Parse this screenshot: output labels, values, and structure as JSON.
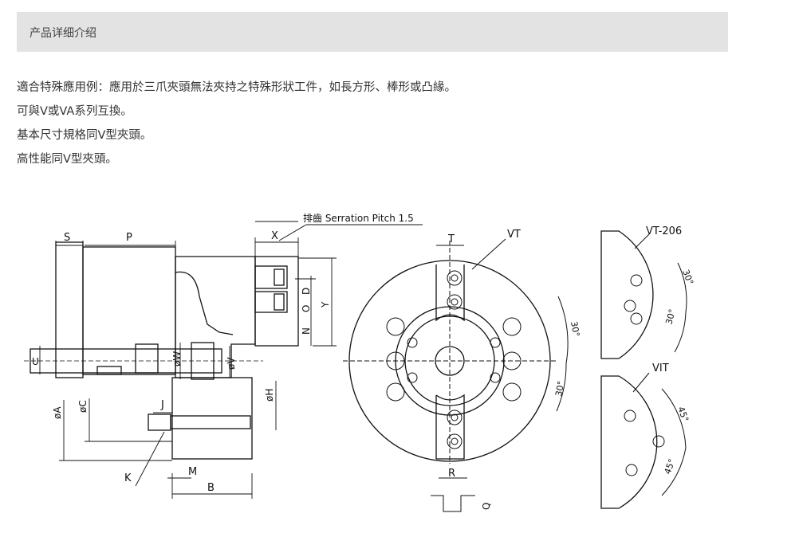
{
  "section": {
    "title": "产品详细介绍"
  },
  "description": [
    "適合特殊應用例：應用於三爪夾頭無法夾持之特殊形狀工件，如長方形、棒形或凸緣。",
    "可與V或VA系列互換。",
    "基本尺寸規格同V型夾頭。",
    "高性能同V型夾頭。"
  ],
  "drawing": {
    "serration_label": "排齒 Serration  Pitch 1.5",
    "labels": {
      "S": "S",
      "P": "P",
      "X": "X",
      "T": "T",
      "VT": "VT",
      "VT206": "VT-206",
      "VIT": "VIT",
      "D": "D",
      "O": "O",
      "N": "N",
      "Y": "Y",
      "U": "U",
      "W": "øW",
      "V": "øV",
      "H": "øH",
      "A": "øA",
      "C": "øC",
      "J": "J",
      "K": "K",
      "M": "M",
      "B": "B",
      "R": "R",
      "Q": "Q",
      "a30_1": "30°",
      "a30_2": "30°",
      "a30_3": "30°",
      "a30_4": "30°",
      "a45_1": "45°",
      "a45_2": "45°"
    }
  }
}
